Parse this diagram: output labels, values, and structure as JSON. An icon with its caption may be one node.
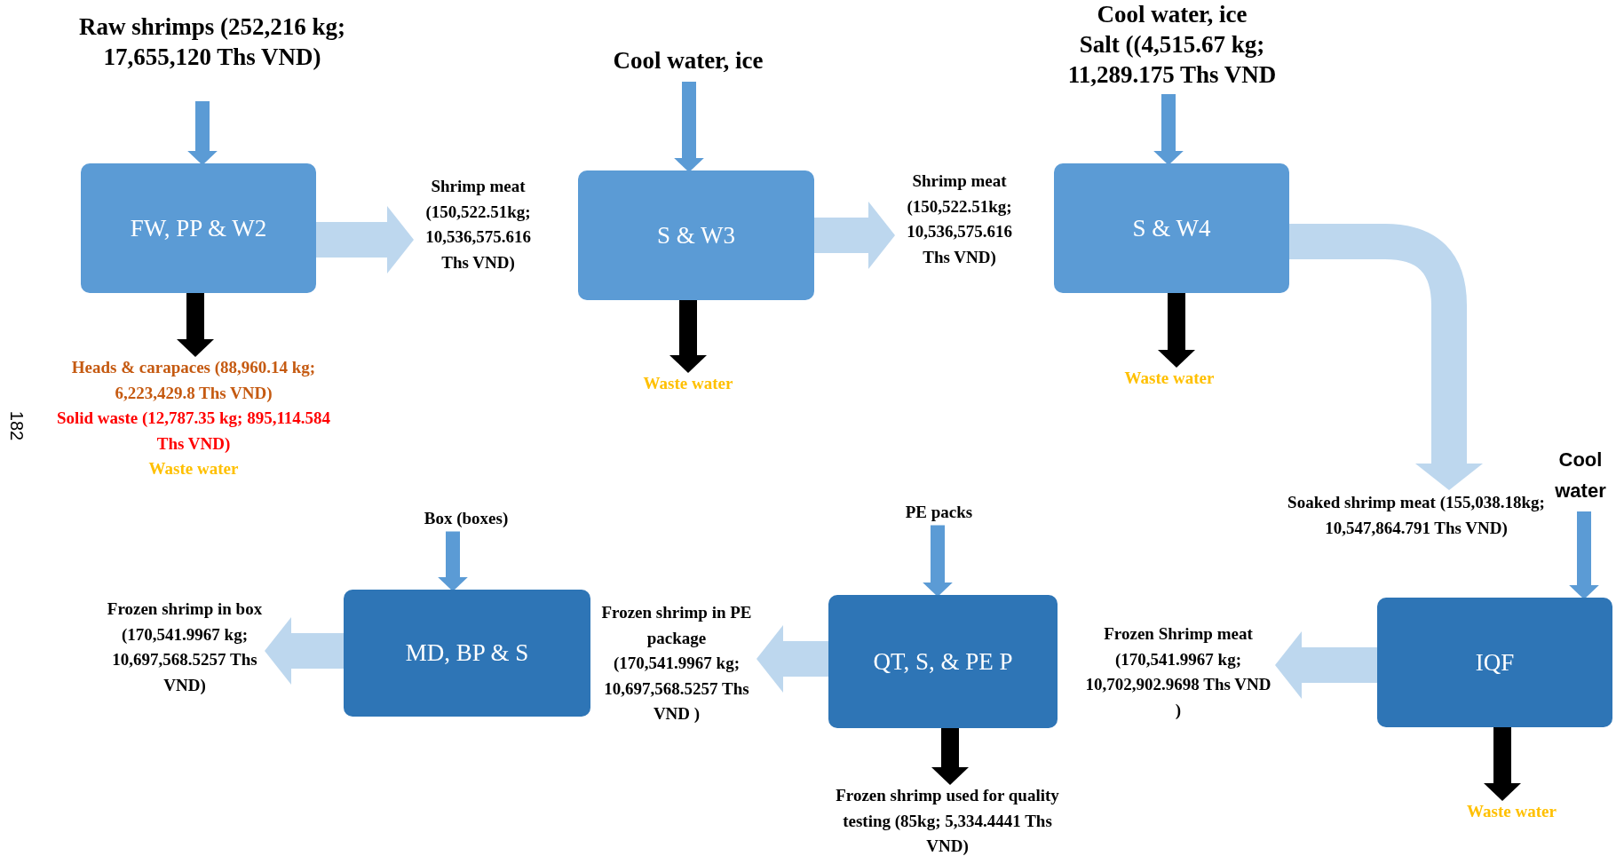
{
  "diagram": {
    "nodes": [
      {
        "text": [
          "Raw shrimps (252,216 kg; 17,655,120 Ths VND)"
        ]
      },
      {
        "text": [
          "FW, PP & W2"
        ]
      },
      {
        "text": [
          "Shrimp meat (150,522.51kg; 10,536,575.616 Ths VND)"
        ]
      },
      {
        "text": [
          "Cool water, ice"
        ]
      },
      {
        "text": [
          "S & W3"
        ]
      },
      {
        "text": [
          "Shrimp meat (150,522.51kg; 10,536,575.616 Ths VND)"
        ]
      },
      {
        "text": [
          "Cool water, ice",
          "Salt ((4,515.67 kg; 11,289.175 Ths VND"
        ]
      },
      {
        "text": [
          "S & W4"
        ]
      },
      {
        "text": [
          "Heads & carapaces (88,960.14 kg; 6,223,429.8 Ths VND)",
          "Solid waste (12,787.35 kg; 895,114.584 Ths VND)",
          "Waste water"
        ]
      },
      {
        "text": [
          "Waste water"
        ]
      },
      {
        "text": [
          "Waste water"
        ]
      },
      {
        "text": [
          "Soaked shrimp meat (155,038.18kg; 10,547,864.791 Ths VND)"
        ]
      },
      {
        "text": [
          "Cool water"
        ]
      },
      {
        "text": [
          "Box (boxes)"
        ]
      },
      {
        "text": [
          "PE packs"
        ]
      },
      {
        "text": [
          "Frozen shrimp in box (170,541.9967 kg; 10,697,568.5257 Ths VND)"
        ]
      },
      {
        "text": [
          "MD, BP & S"
        ]
      },
      {
        "text": [
          "Frozen shrimp in PE package (170,541.9967 kg; 10,697,568.5257 Ths VND )"
        ]
      },
      {
        "text": [
          "QT, S, & PE P"
        ]
      },
      {
        "text": [
          "Frozen Shrimp meat (170,541.9967 kg; 10,702,902.9698 Ths VND )"
        ]
      },
      {
        "text": [
          "IQF"
        ]
      },
      {
        "text": [
          "Frozen shrimp used for quality testing (85kg; 5,334.4441 Ths VND)"
        ]
      },
      {
        "text": [
          "Waste water"
        ]
      }
    ],
    "edges": [
      {
        "from": 0,
        "to": 1,
        "arrow": "to"
      },
      {
        "from": 1,
        "to": 2,
        "arrow": "to",
        "style": "thick",
        "color": "#bdd7ee"
      },
      {
        "from": 1,
        "to": 8,
        "arrow": "to",
        "color": "#000000"
      },
      {
        "from": 3,
        "to": 4,
        "arrow": "to"
      },
      {
        "from": 4,
        "to": 5,
        "arrow": "to",
        "style": "thick",
        "color": "#bdd7ee"
      },
      {
        "from": 4,
        "to": 9,
        "arrow": "to",
        "color": "#000000"
      },
      {
        "from": 6,
        "to": 7,
        "arrow": "to"
      },
      {
        "from": 7,
        "to": 11,
        "arrow": "to",
        "style": "thick",
        "color": "#bdd7ee"
      },
      {
        "from": 7,
        "to": 10,
        "arrow": "to",
        "color": "#000000"
      },
      {
        "from": 12,
        "to": 20,
        "arrow": "to"
      },
      {
        "from": 20,
        "to": 19,
        "arrow": "to",
        "style": "thick",
        "color": "#bdd7ee"
      },
      {
        "from": 20,
        "to": 22,
        "arrow": "to",
        "color": "#000000"
      },
      {
        "from": 14,
        "to": 18,
        "arrow": "to"
      },
      {
        "from": 18,
        "to": 17,
        "arrow": "to",
        "style": "thick",
        "color": "#bdd7ee"
      },
      {
        "from": 18,
        "to": 21,
        "arrow": "to",
        "color": "#000000"
      },
      {
        "from": 13,
        "to": 16,
        "arrow": "to"
      },
      {
        "from": 16,
        "to": 15,
        "arrow": "to",
        "style": "thick",
        "color": "#bdd7ee"
      }
    ],
    "labels": [
      "182"
    ]
  }
}
